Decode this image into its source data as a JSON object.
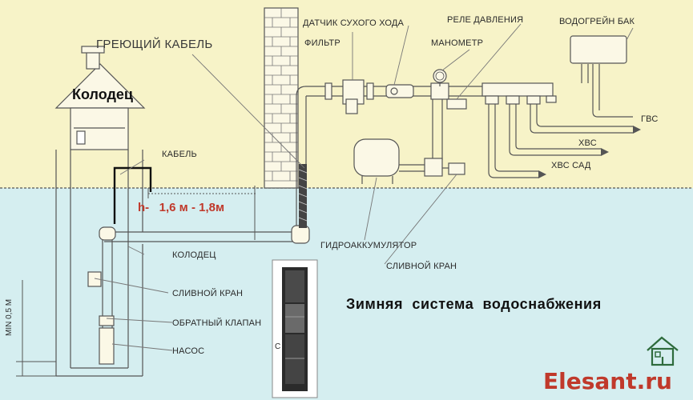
{
  "labels": {
    "heating_cable": "ГРЕЮЩИЙ КАБЕЛЬ",
    "dry_run_sensor": "ДАТЧИК СУХОГО ХОДА",
    "filter": "ФИЛЬТР",
    "pressure_relay": "РЕЛЕ ДАВЛЕНИЯ",
    "manometer": "МАНОМЕТР",
    "water_heater": "ВОДОГРЕЙН БАК",
    "well_title": "Колодец",
    "cable": "КАБЕЛЬ",
    "depth": "h-   1,6 м - 1,8м",
    "hot_water": "ГВС",
    "cold_water": "ХВС",
    "cold_water_garden": "ХВС САД",
    "accumulator": "ГИДРОАККУМУЛЯТОР",
    "well": "КОЛОДЕЦ",
    "drain_valve_well": "СЛИВНОЙ КРАН",
    "drain_valve": "СЛИВНОЙ КРАН",
    "check_valve": "ОБРАТНЫЙ КЛАПАН",
    "pump": "НАСОС",
    "min_depth": "MIN 0,5 M",
    "pump_tag": "C",
    "caption": "Зимняя  система  водоснабжения",
    "brand": "Elesant.ru"
  },
  "colors": {
    "sky": "#f7f3c8",
    "ground": "#d5eef0",
    "line": "#555555",
    "depth_text": "#c0392b",
    "brand": "#c0392b",
    "logo_house": "#2e6b3c"
  },
  "icons": {
    "logo": "house-logo-icon",
    "faucet": "faucet-icon",
    "gauge": "manometer-icon"
  }
}
